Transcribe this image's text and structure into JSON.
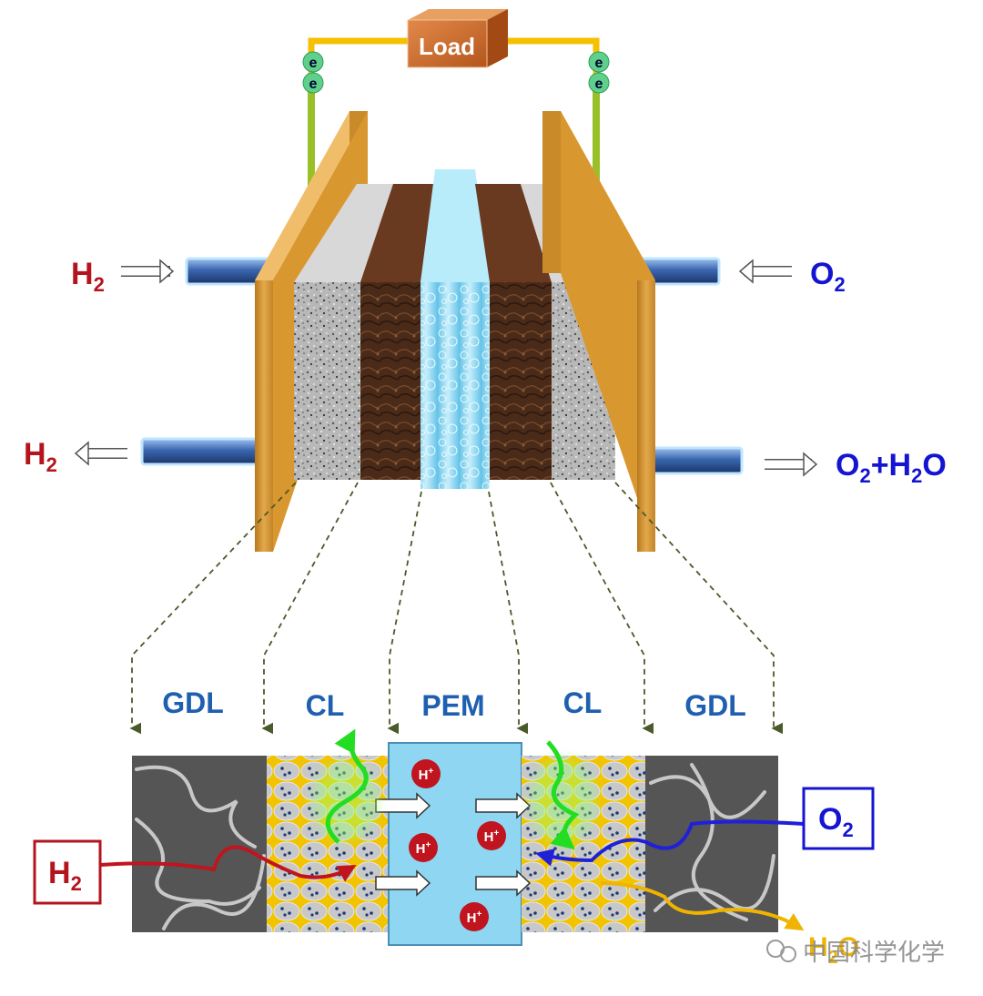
{
  "load_label": "Load",
  "electron_label": "e",
  "anode_in": {
    "text": "H",
    "sub": "2"
  },
  "anode_out": {
    "text": "H",
    "sub": "2"
  },
  "cathode_in": {
    "text": "O",
    "sub": "2"
  },
  "cathode_out": {
    "parts": [
      "O",
      "2",
      "+H",
      "2",
      "O"
    ]
  },
  "layers": {
    "gdl_left": "GDL",
    "cl_left": "CL",
    "pem": "PEM",
    "cl_right": "CL",
    "gdl_right": "GDL"
  },
  "proton": {
    "base": "H",
    "sup": "+"
  },
  "h2_box": {
    "text": "H",
    "sub": "2"
  },
  "o2_box": {
    "text": "O",
    "sub": "2"
  },
  "water_out": {
    "text": "H",
    "sub": "2",
    "tail": "O"
  },
  "watermark": "中国科学化学",
  "colors": {
    "gdl_label": "#1e5fb0",
    "hydrogen": "#b4141e",
    "oxygen": "#1414d2",
    "load_box": "#c8692a",
    "wire": "#f5c000",
    "end_plate": "#d89a2e",
    "pipe": "#3a66b0",
    "catalyst": "#4a2a18",
    "membrane": "#8fd6f2",
    "gdl_dark": "#555555",
    "proton_fill": "#c0141e"
  }
}
